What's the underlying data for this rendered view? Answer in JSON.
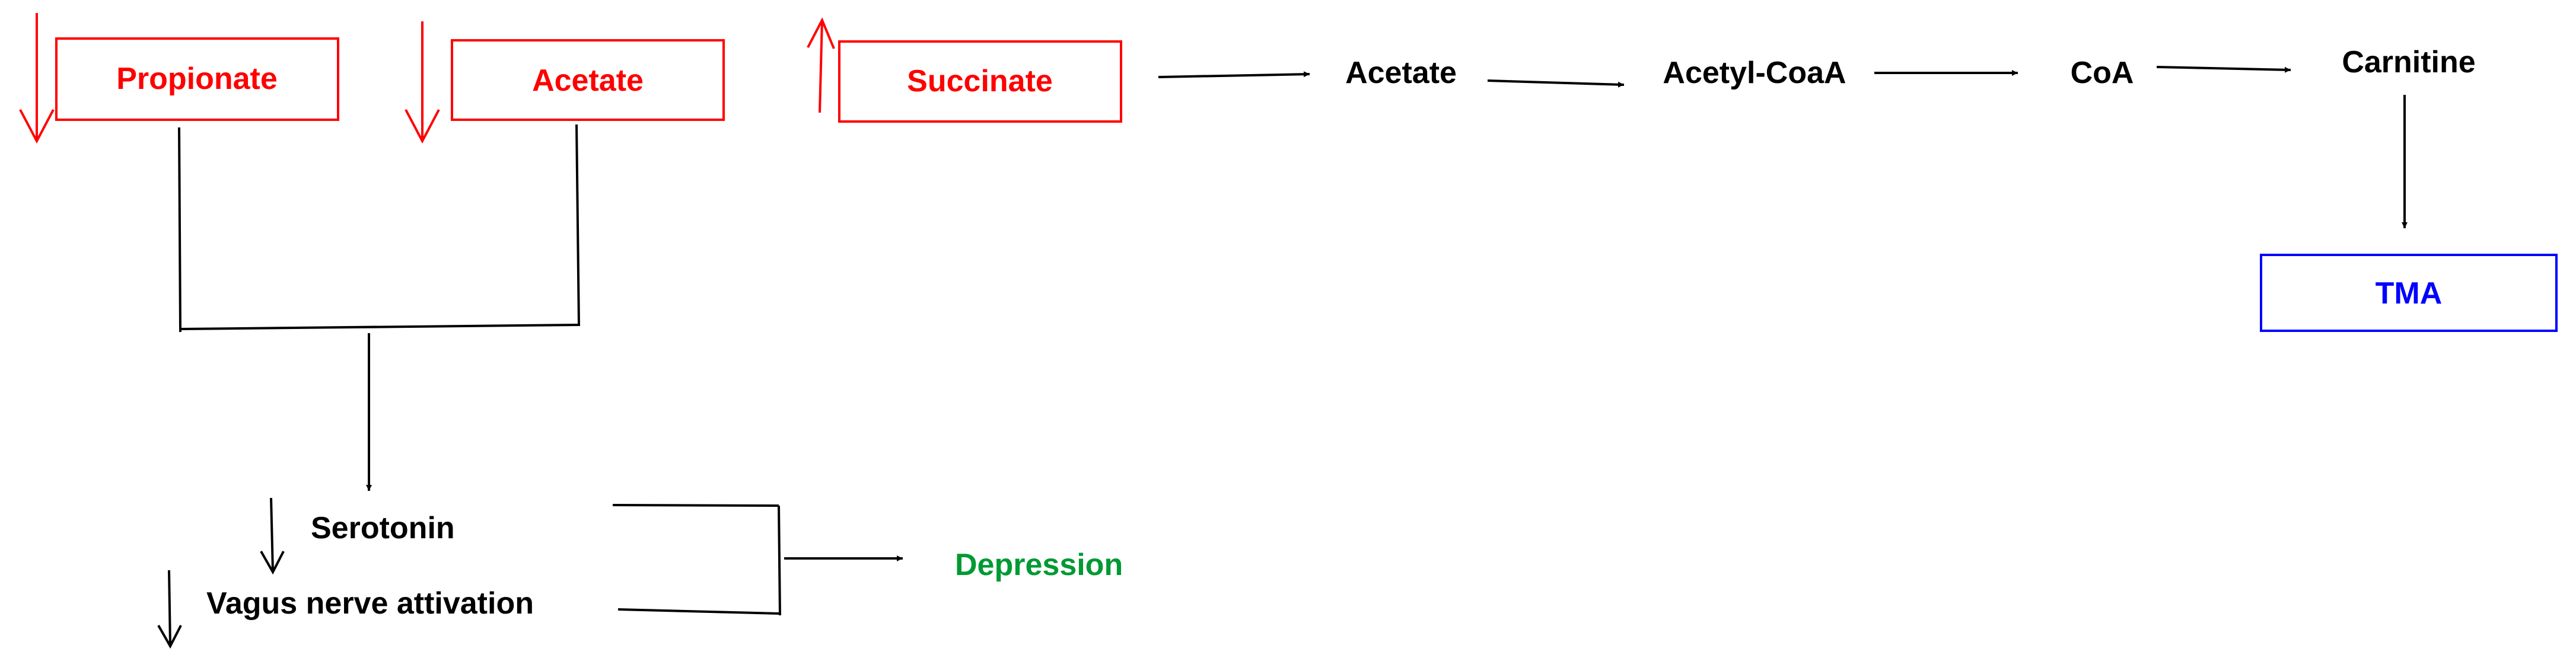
{
  "colors": {
    "red": "#ff0000",
    "black": "#000000",
    "blue": "#0000ff",
    "green": "#009933"
  },
  "boxes": {
    "propionate": "Propionate",
    "acetate": "Acetate",
    "succinate": "Succinate",
    "tma": "TMA"
  },
  "pathway": {
    "acetate": "Acetate",
    "acetyl_coa": "Acetyl-CoaA",
    "coa": "CoA",
    "carnitine": "Carnitine"
  },
  "effects": {
    "serotonin": "Serotonin",
    "vagus": "Vagus nerve attivation",
    "depression": "Depression"
  },
  "indicators": {
    "propionate": "decrease",
    "acetate": "decrease",
    "succinate": "increase",
    "serotonin": "decrease",
    "vagus": "decrease"
  }
}
